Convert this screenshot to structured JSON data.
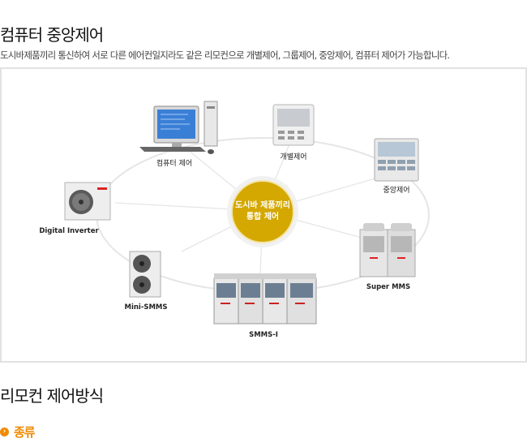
{
  "header": {
    "title": "컴퓨터 중앙제어",
    "description": "도시바제품끼리 통신하여 서로 다른 에어컨일지라도 같은 리모컨으로 개별제어, 그룹제어, 중앙제어, 컴퓨터 제어가 가능합니다."
  },
  "diagram": {
    "center_line1": "도시바 제품끼리",
    "center_line2": "통합 제어",
    "nodes": {
      "computer": "컴퓨터 제어",
      "individual": "개별제어",
      "central": "중앙제어",
      "super_mms": "Super MMS",
      "smms_i": "SMMS-I",
      "mini_smms": "Mini-SMMS",
      "digital_inverter": "Digital Inverter"
    },
    "colors": {
      "center": "#d4a800",
      "ring": "#e6e6e6"
    }
  },
  "section2": {
    "title": "리모컨 제어방식",
    "subheading": "종류",
    "bullet_icon": "arrow-right-circle-icon"
  }
}
